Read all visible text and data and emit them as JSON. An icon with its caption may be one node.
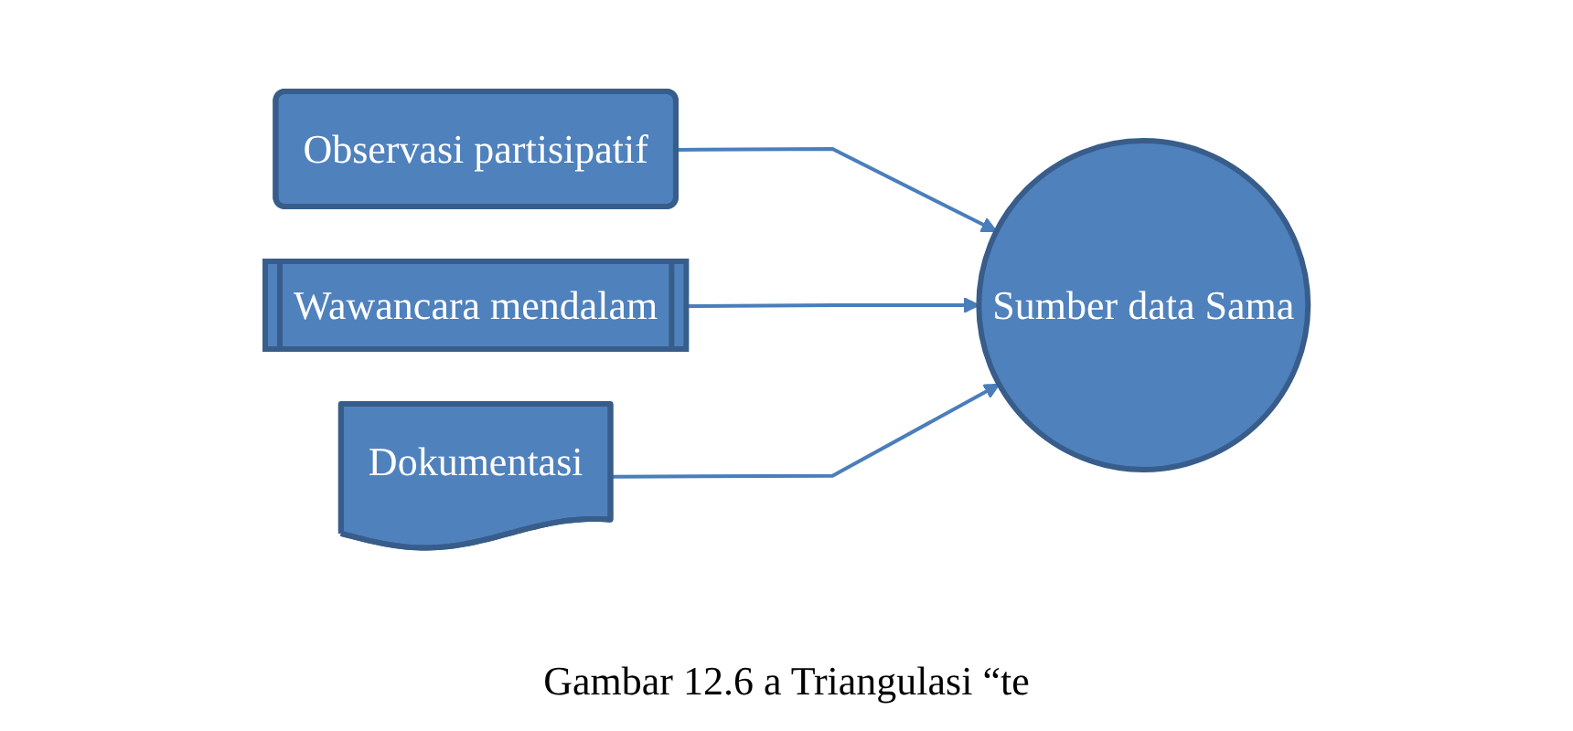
{
  "diagram": {
    "caption": "Gambar 12.6 a Triangulasi “te",
    "nodes": [
      {
        "text": [
          "Observasi partisipatif"
        ]
      },
      {
        "text": [
          "Wawancara mendalam"
        ]
      },
      {
        "text": [
          "Dokumentasi"
        ]
      },
      {
        "text": [
          "Sumber data Sama"
        ]
      }
    ],
    "edges": [
      {
        "from": 0,
        "to": 3,
        "arrow": "to"
      },
      {
        "from": 1,
        "to": 3,
        "arrow": "to"
      },
      {
        "from": 2,
        "to": 3,
        "arrow": "to"
      }
    ]
  }
}
